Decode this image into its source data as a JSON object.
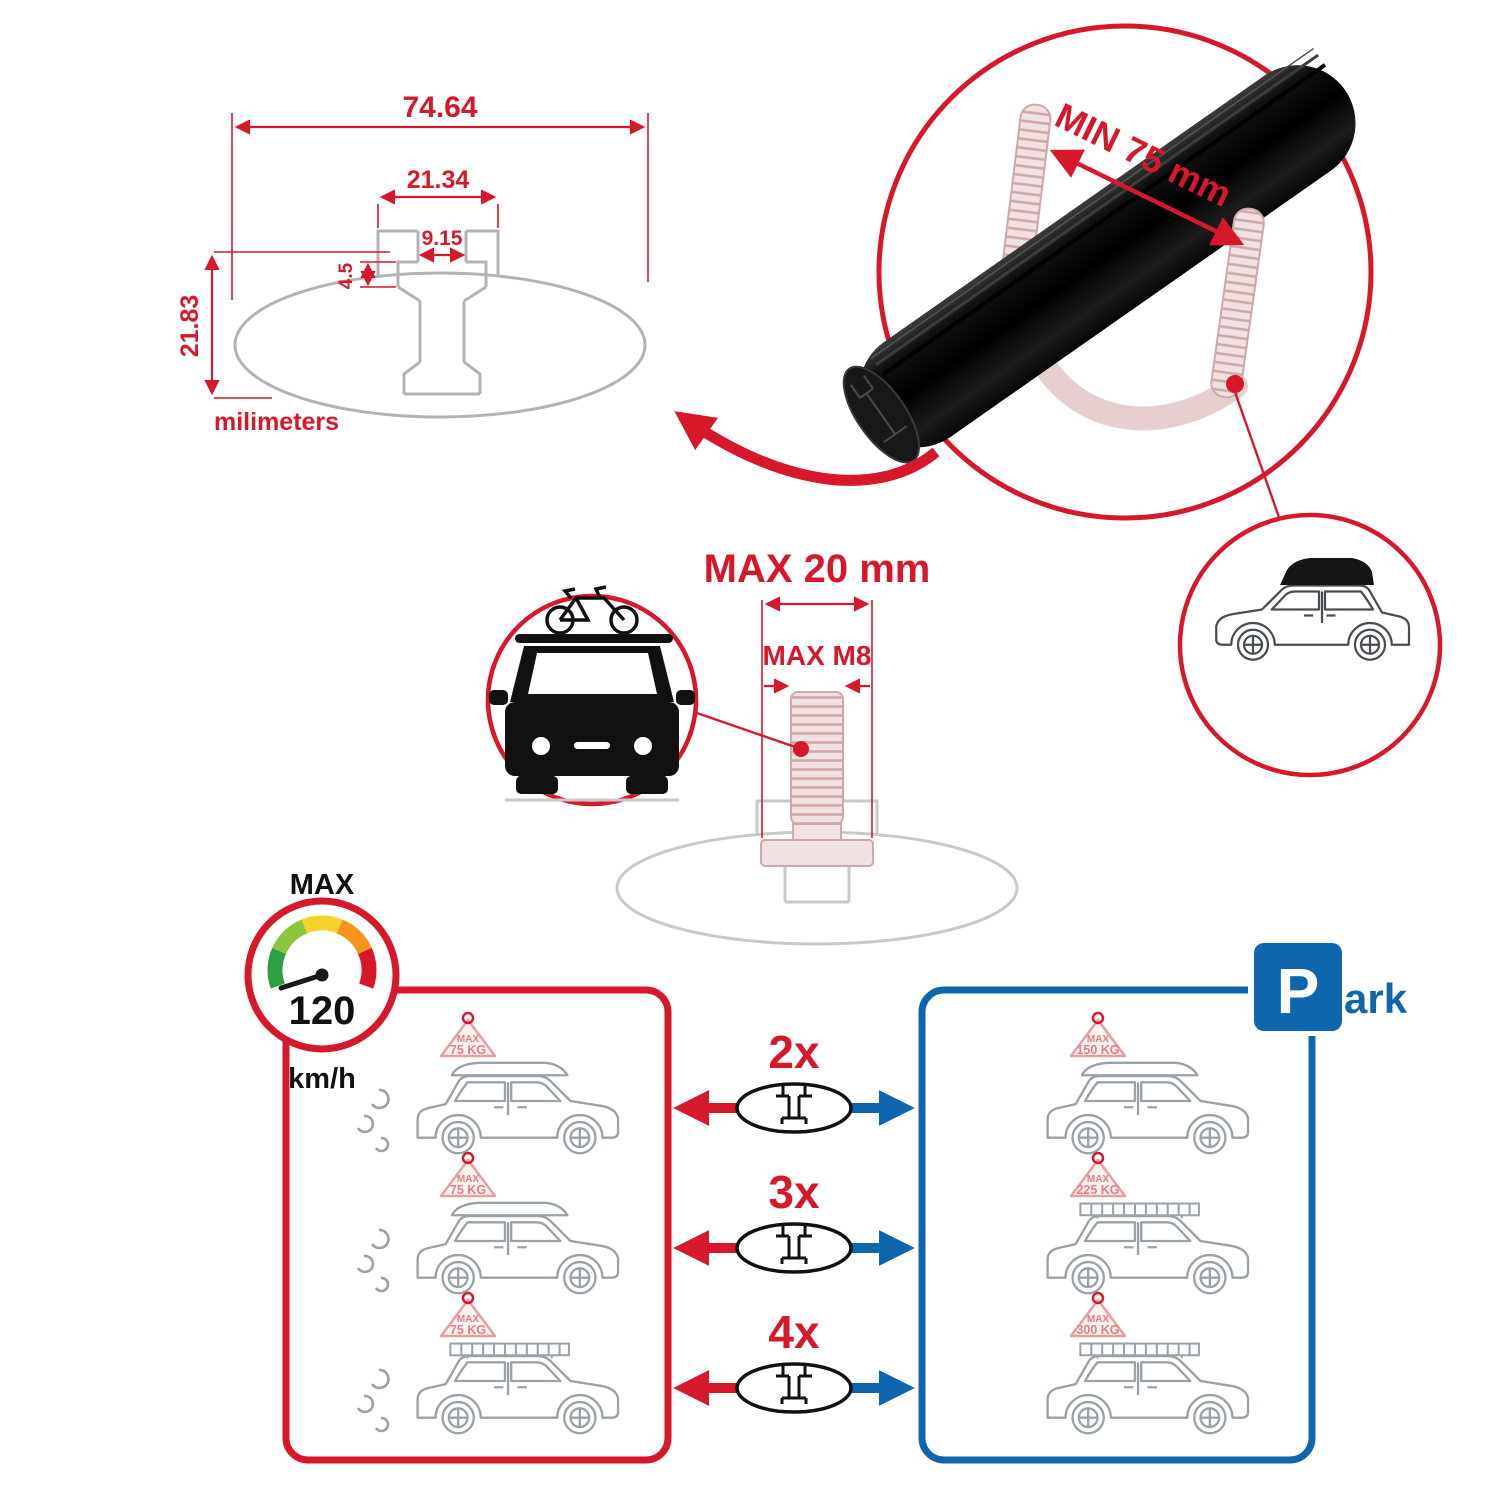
{
  "colors": {
    "red": "#d7182a",
    "blue": "#0e66ac",
    "ghost_gray": "#c9c9c9",
    "ghost_pink": "#cfa9a9",
    "car_line_gray": "#9aa2a8",
    "black": "#111111"
  },
  "cross_section": {
    "width_total": "74.64",
    "width_channel": "21.34",
    "width_slot": "9.15",
    "lip_height": "4.5",
    "height_total": "21.83",
    "unit": "milimeters"
  },
  "bar": {
    "min_label": "MIN 75 mm"
  },
  "bolt": {
    "length_label": "MAX 20 mm",
    "thread_label": "MAX M8"
  },
  "gauge": {
    "title": "MAX",
    "value": "120",
    "unit": "km/h",
    "segment_colors": [
      "#2e9e44",
      "#8cc63f",
      "#f6d32b",
      "#f7941d",
      "#d7182a"
    ]
  },
  "park_sign": {
    "p": "P",
    "suffix": "ark"
  },
  "multipliers": [
    "2x",
    "3x",
    "4x"
  ],
  "dynamic": {
    "tags": [
      {
        "l1": "MAX",
        "l2": "75 KG"
      },
      {
        "l1": "MAX",
        "l2": "75 KG"
      },
      {
        "l1": "MAX",
        "l2": "75 KG"
      }
    ]
  },
  "static": {
    "tags": [
      {
        "l1": "MAX",
        "l2": "150 KG"
      },
      {
        "l1": "MAX",
        "l2": "225 KG"
      },
      {
        "l1": "MAX",
        "l2": "300 KG"
      }
    ]
  }
}
